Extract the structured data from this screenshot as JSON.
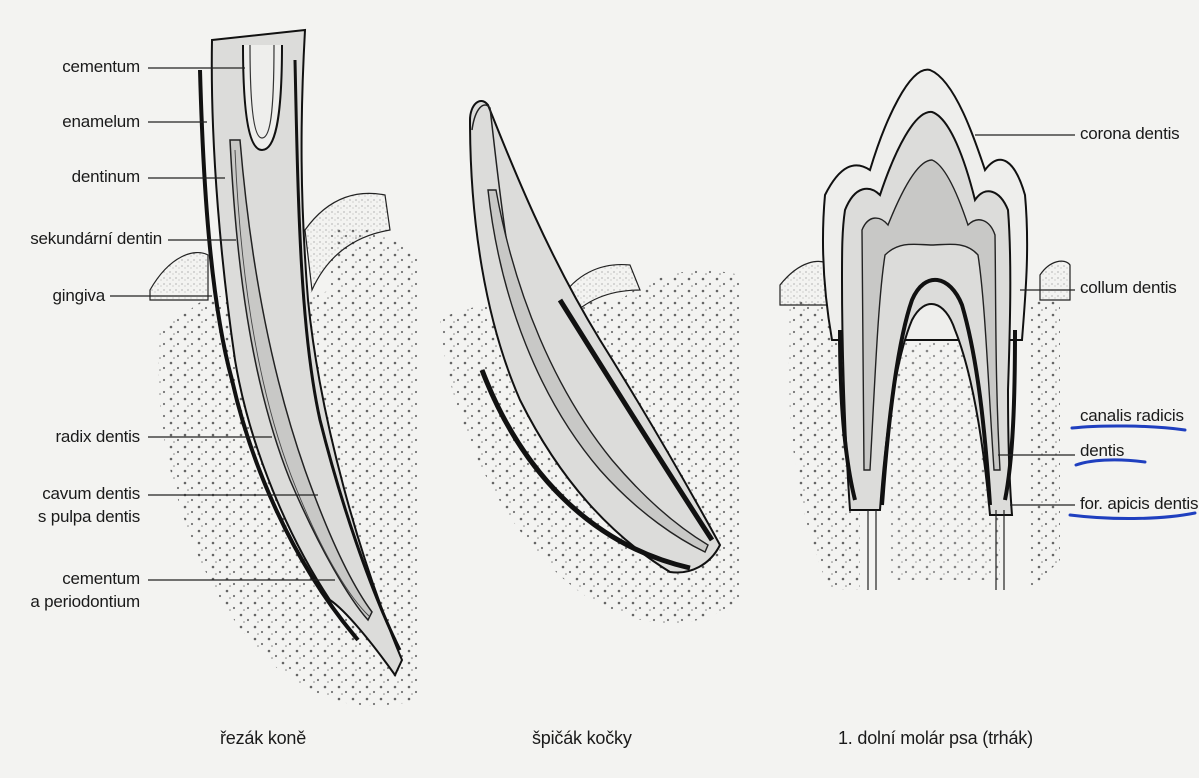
{
  "left_diagram": {
    "labels": {
      "cementum": "cementum",
      "enamelum": "enamelum",
      "dentinum": "dentinum",
      "sekundarni_dentin": "sekundární dentin",
      "gingiva": "gingiva",
      "radix_dentis": "radix dentis",
      "cavum_dentis_1": "cavum dentis",
      "cavum_dentis_2": "s pulpa dentis",
      "cementum_perio_1": "cementum",
      "cementum_perio_2": "a periodontium"
    },
    "caption": "řezák koně"
  },
  "middle_diagram": {
    "caption": "špičák kočky"
  },
  "right_diagram": {
    "labels": {
      "corona_dentis": "corona dentis",
      "collum_dentis": "collum dentis",
      "canalis_radicis_1": "canalis radicis",
      "canalis_radicis_2": "dentis",
      "for_apicis_dentis": "for. apicis dentis"
    },
    "caption": "1. dolní molár psa (trhák)"
  },
  "colors": {
    "background": "#f3f3f1",
    "ink": "#1a1a1a",
    "tooth_fill": "#dcdcda",
    "enamel_fill": "#eeeeec",
    "annotation_pen": "#1f3fbf"
  }
}
